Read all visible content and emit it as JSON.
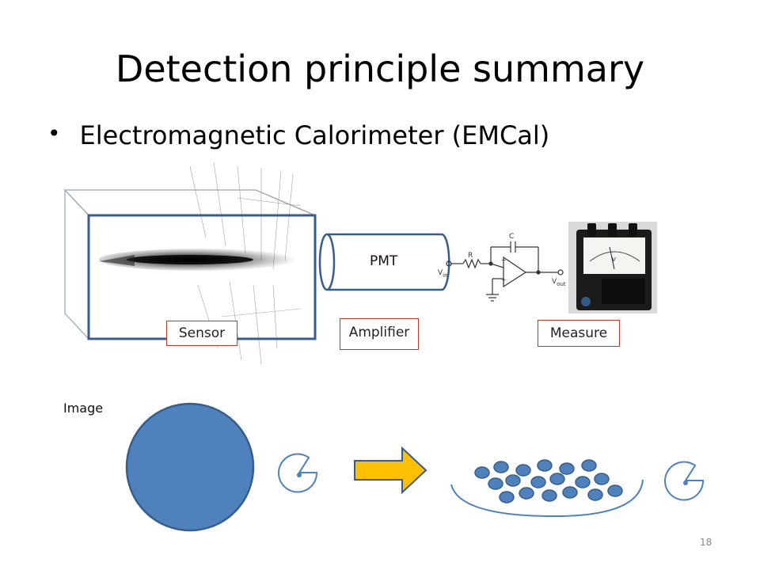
{
  "slide": {
    "title": "Detection principle summary",
    "bullet": "Electromagnetic Calorimeter (EMCal)",
    "page_number": "18"
  },
  "diagram": {
    "pmt_label": "PMT",
    "sensor_label": "Sensor",
    "amplifier_label": "Amplifier",
    "measure_label": "Measure",
    "image_label": "Image",
    "circuit": {
      "capacitor": "C",
      "resistor": "R",
      "vin": "V",
      "vin_sub": "in",
      "vout": "V",
      "vout_sub": "out",
      "meter_symbol": "V"
    }
  },
  "colors": {
    "accent_blue": "#4f81bd",
    "dark_blue": "#385d8a",
    "arrow_fill": "#ffc000",
    "label_border": "#c0392b"
  }
}
